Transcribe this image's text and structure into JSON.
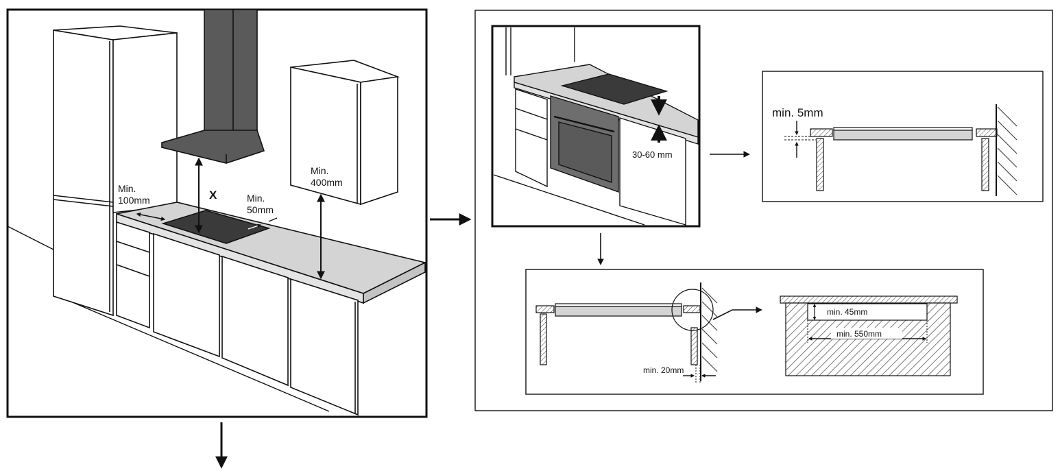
{
  "kitchen": {
    "side_clearance": [
      "Min.",
      "100mm"
    ],
    "hood_distance": "X",
    "rear_clearance": [
      "Min.",
      "50mm"
    ],
    "cabinet_clearance": [
      "Min.",
      "400mm"
    ]
  },
  "worktop_detail": {
    "thickness": "30-60 mm"
  },
  "gap_detail": {
    "gap_below": "min. 5mm"
  },
  "ventilation_detail": {
    "rear_gap": "min. 20mm",
    "vent_height": "min. 45mm",
    "vent_width": "min. 550mm"
  },
  "colors": {
    "line": "#1a1a1a",
    "counter": "#d4d4d4",
    "hood": "#5a5a5a",
    "hob": "#3a3a3a",
    "oven": "#6e6e6e"
  }
}
